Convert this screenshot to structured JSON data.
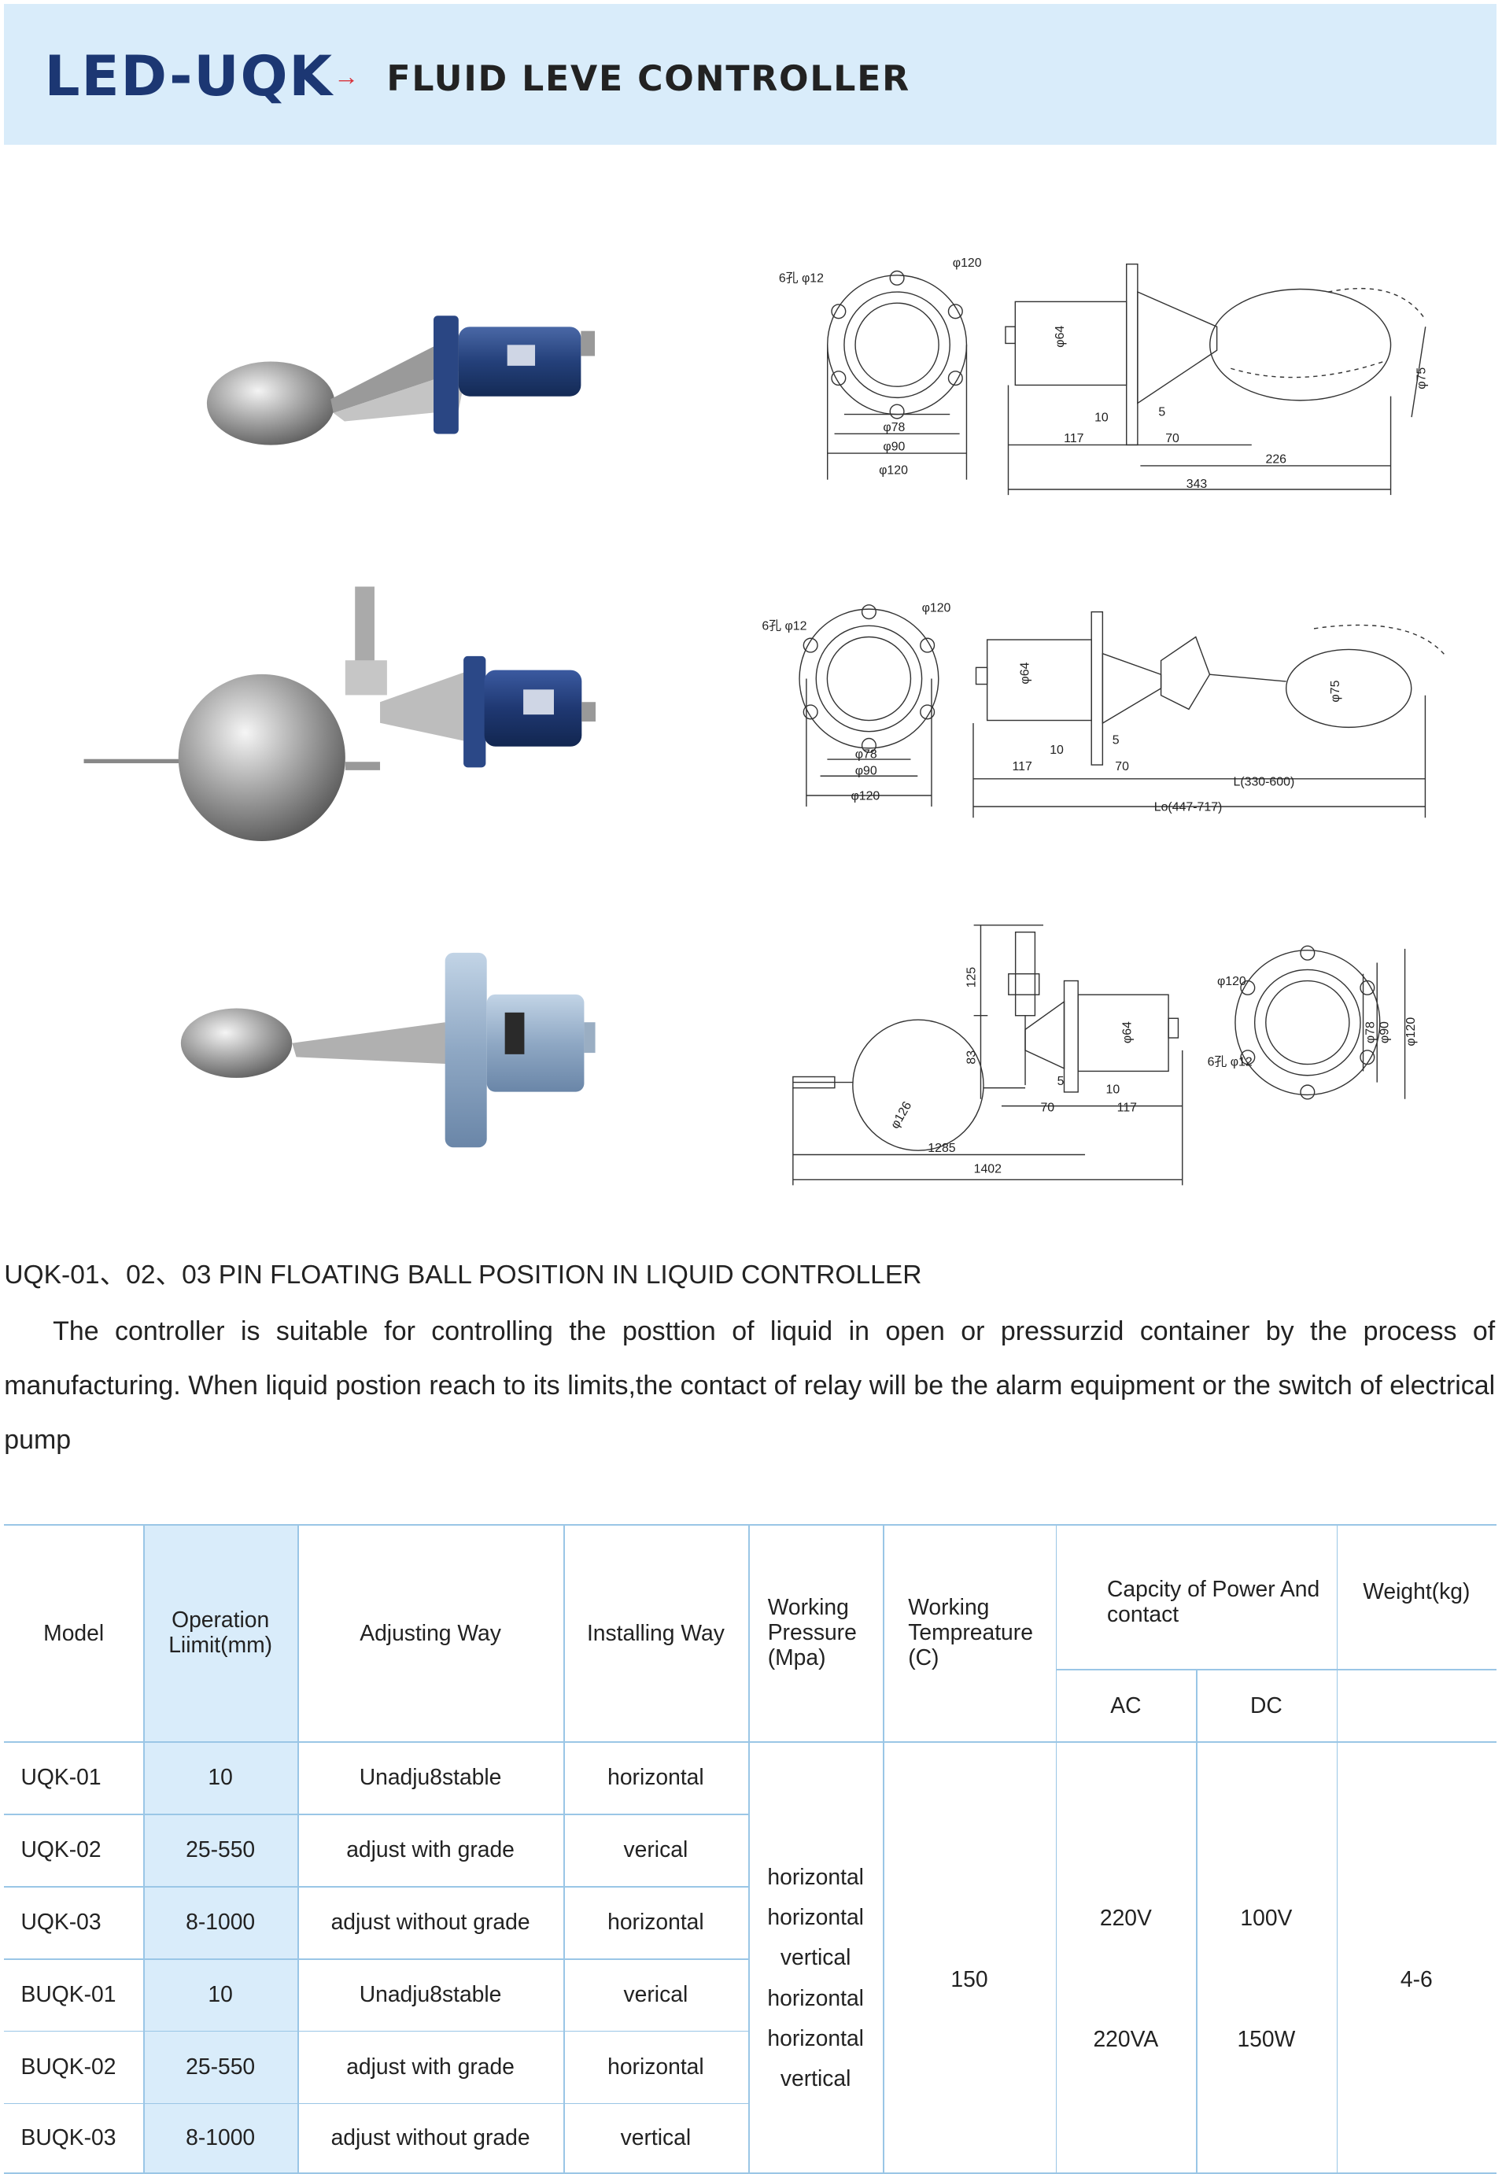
{
  "header": {
    "model": "LED-UQK",
    "arrow": "→",
    "title": "FLUID LEVE CONTROLLER"
  },
  "figures": {
    "fig1": {
      "hole_label": "6孔 φ12",
      "outer_dia_label": "φ120",
      "d78": "φ78",
      "d90": "φ90",
      "d120": "φ120",
      "body_dia": "φ64",
      "ball_dia": "φ75",
      "dim10": "10",
      "dim5": "5",
      "dim117": "117",
      "dim70": "70",
      "dim226": "226",
      "dim343": "343"
    },
    "fig2": {
      "hole_label": "6孔 φ12",
      "outer_dia_label": "φ120",
      "d78": "φ78",
      "d90": "φ90",
      "d120": "φ120",
      "body_dia": "φ64",
      "ball_dia": "φ75",
      "dim10": "10",
      "dim5": "5",
      "dim117": "117",
      "dim70": "70",
      "dimL": "L(330-600)",
      "dimLo": "Lo(447-717)"
    },
    "fig3": {
      "dim125": "125",
      "dim83": "83",
      "body_dia": "φ64",
      "ball_dia": "φ126",
      "dim5": "5",
      "dim10": "10",
      "dim70": "70",
      "dim117": "117",
      "dim1285": "1285",
      "dim1402": "1402",
      "outer_dia_label": "φ120",
      "hole_label": "6孔 φ12",
      "d78": "φ78",
      "d90": "φ90",
      "d120": "φ120"
    }
  },
  "subtitle": "UQK-01、02、03 PIN FLOATING BALL POSITION IN LIQUID CONTROLLER",
  "description": "The controller is suitable for controlling the posttion of liquid in open or pressurzid container by the process of manufacturing. When liquid postion reach to its limits,the contact of relay will be the alarm equipment or the switch of electrical pump",
  "table": {
    "headers": {
      "model": "Model",
      "operation": "Operation Liimit(mm)",
      "adjusting": "Adjusting Way",
      "installing": "Installing Way",
      "pressure": "Working Pressure (Mpa)",
      "temperature": "Working Tempreature (C)",
      "capacity": "Capcity of Power And contact",
      "ac": "AC",
      "dc": "DC",
      "weight": "Weight(kg)"
    },
    "rows": [
      {
        "model": "UQK-01",
        "operation": "10",
        "adjusting": "Unadju8stable",
        "installing": "horizontal"
      },
      {
        "model": "UQK-02",
        "operation": "25-550",
        "adjusting": "adjust with grade",
        "installing": "verical"
      },
      {
        "model": "UQK-03",
        "operation": "8-1000",
        "adjusting": "adjust without grade",
        "installing": "horizontal"
      },
      {
        "model": "BUQK-01",
        "operation": "10",
        "adjusting": "Unadju8stable",
        "installing": "verical"
      },
      {
        "model": "BUQK-02",
        "operation": "25-550",
        "adjusting": "adjust with grade",
        "installing": "horizontal"
      },
      {
        "model": "BUQK-03",
        "operation": "8-1000",
        "adjusting": "adjust without grade",
        "installing": "vertical"
      }
    ],
    "pressure_values": [
      "horizontal",
      "horizontal",
      "vertical",
      "horizontal",
      "horizontal",
      "vertical"
    ],
    "temperature_value": "150",
    "ac_values": [
      "220V",
      "220VA"
    ],
    "dc_values": [
      "100V",
      "150W"
    ],
    "weight_value": "4-6"
  }
}
